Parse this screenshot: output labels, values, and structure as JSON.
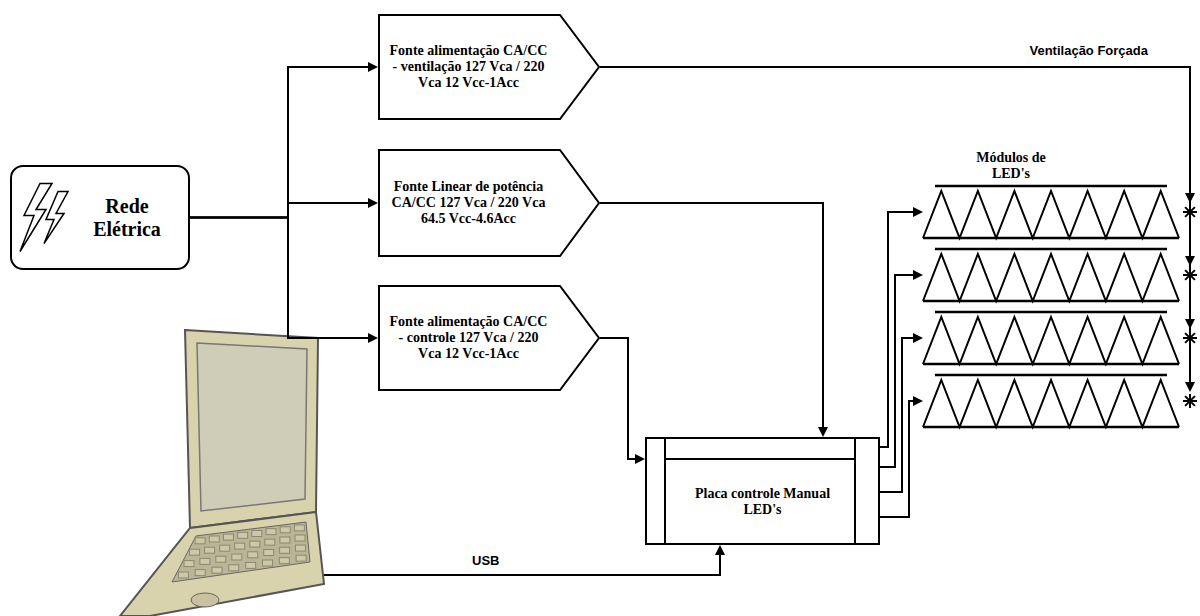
{
  "diagram": {
    "nodes": [
      {
        "text": [
          "Rede Elétrica"
        ]
      },
      {
        "text": [
          "Fonte alimentação CA/CC - ventilação 127 Vca / 220 Vca 12 Vcc-1Acc"
        ]
      },
      {
        "text": [
          "Fonte Linear de potência CA/CC 127 Vca / 220 Vca 64.5 Vcc-4.6Acc"
        ]
      },
      {
        "text": [
          "Fonte alimentação CA/CC - controle 127 Vca / 220 Vca 12 Vcc-1Acc"
        ]
      },
      {
        "text": [
          "Placa controle Manual LED's"
        ]
      },
      {
        "text": [
          "Módulos de LED's"
        ]
      }
    ],
    "edges": [
      {
        "from": 0,
        "to": 1,
        "arrow": "to"
      },
      {
        "from": 0,
        "to": 2,
        "arrow": "to"
      },
      {
        "from": 0,
        "to": 3,
        "arrow": "to"
      },
      {
        "from": 1,
        "to": 5,
        "label": "Ventilação Forçada",
        "arrow": "to"
      },
      {
        "from": 2,
        "to": 4,
        "arrow": "to"
      },
      {
        "from": 3,
        "to": 4,
        "arrow": "to"
      },
      {
        "from": 4,
        "to": 5,
        "arrow": "to"
      }
    ],
    "labels": [
      "USB"
    ]
  }
}
